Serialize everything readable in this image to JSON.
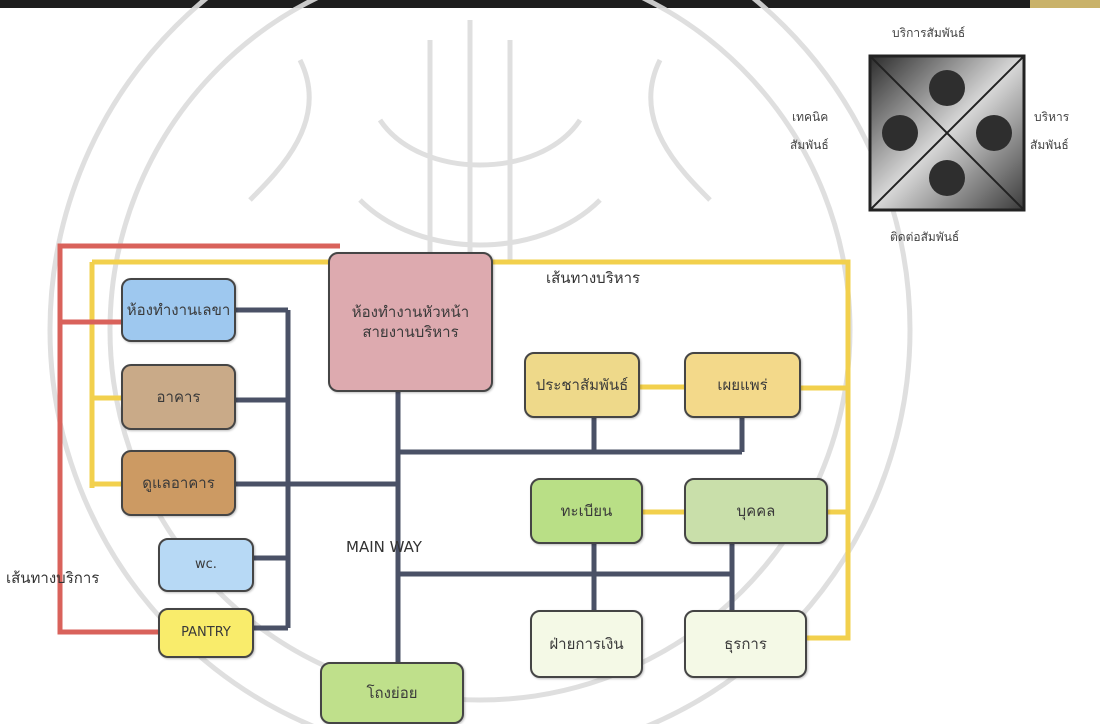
{
  "diagram": {
    "header_bar_colors": {
      "bar": "#1e1e1e",
      "accent": "#c9b26a"
    },
    "colors": {
      "service_route": "#d9625b",
      "admin_route": "#f2d04d",
      "main_way": "#4a5166"
    },
    "boxes": {
      "secretary_room": "ห้องทำงานเลขา",
      "head_office": "ห้องทำงานหัวหน้า\nสายงานบริหาร",
      "building": "อาคาร",
      "building_care": "ดูแลอาคาร",
      "wc": "wc.",
      "pantry": "PANTRY",
      "public_relations": "ประชาสัมพันธ์",
      "dissemination": "เผยแพร่",
      "registration": "ทะเบียน",
      "personnel": "บุคคล",
      "finance": "ฝ่ายการเงิน",
      "general_affairs": "ธุรการ",
      "lobby": "โถงย่อย"
    },
    "labels": {
      "admin_route": "เส้นทางบริหาร",
      "service_route": "เส้นทางบริการ",
      "main_way": "MAIN WAY"
    },
    "legend": {
      "top": "บริการสัมพันธ์",
      "left_line1": "เทคนิค",
      "left_line2": "สัมพันธ์",
      "right_line1": "บริหาร",
      "right_line2": "สัมพันธ์",
      "bottom": "ติดต่อสัมพันธ์"
    }
  }
}
